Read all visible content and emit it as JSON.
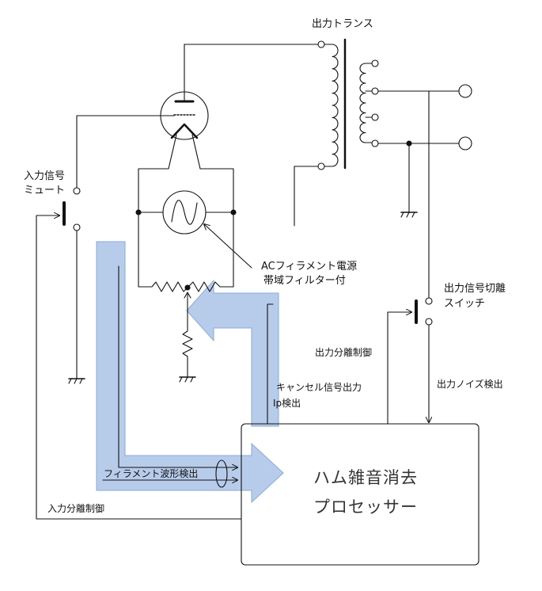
{
  "labels": {
    "output_transformer": "出力トランス",
    "input_mute_line1": "入力信号",
    "input_mute_line2": "ミュート",
    "ac_filament_line1": "ACフィラメント電源",
    "ac_filament_line2": "帯域フィルター付",
    "output_cut_line1": "出力信号切離",
    "output_cut_line2": "スイッチ",
    "output_sep_control": "出力分離制御",
    "output_noise_detect": "出力ノイズ検出",
    "cancel_signal_out": "キャンセル信号出力",
    "ip_detect": "Ip検出",
    "filament_waveform_detect": "フィラメント波形検出",
    "input_sep_control": "入力分離制御",
    "processor_line1": "ハム雑音消去",
    "processor_line2": "プロセッサー"
  },
  "colors": {
    "line": "#111111",
    "flow_arrow": "#a9c3e6",
    "flow_arrow_edge": "#8aa9d6"
  }
}
